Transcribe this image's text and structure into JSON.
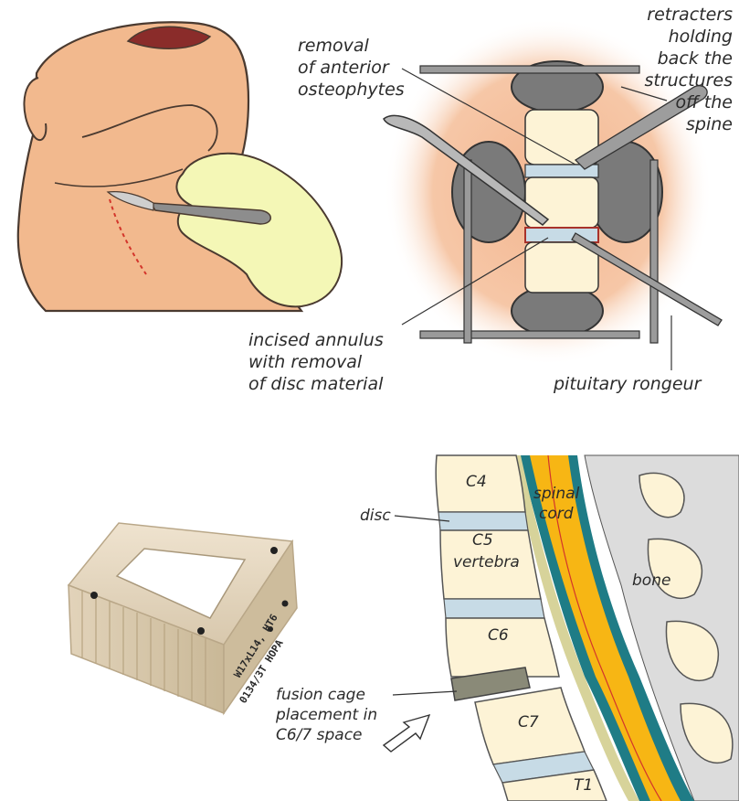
{
  "labels": {
    "removal_line1": "removal",
    "removal_line2": "of anterior",
    "removal_line3": "osteophytes",
    "retract_line1": "retracters",
    "retract_line2": "holding",
    "retract_line3": "back the",
    "retract_line4": "structures",
    "retract_line5": "off the",
    "retract_line6": "spine",
    "annulus_line1": "incised annulus",
    "annulus_line2": "with removal",
    "annulus_line3": "of disc material",
    "rongeur": "pituitary rongeur",
    "c4": "C4",
    "disc": "disc",
    "c5": "C5",
    "vertebra": "vertebra",
    "spinal": "spinal",
    "cord": "cord",
    "bone": "bone",
    "c6": "C6",
    "c7": "C7",
    "t1": "T1",
    "cage_line1": "fusion cage",
    "cage_line2": "placement in",
    "cage_line3": "C6/7 space"
  },
  "cage_engraving": {
    "line1": "W17xL14, HT6",
    "line2": "0134/3T  HOPA"
  },
  "colors": {
    "skin": "#f2b98e",
    "glove": "#f4f7b6",
    "bone": "#fdf3d6",
    "disc": "#c7dbe6",
    "cord": "#f7b614",
    "dura": "#1f7c86",
    "retractor": "#7a7a7a",
    "cage": "#e6d8c2"
  }
}
